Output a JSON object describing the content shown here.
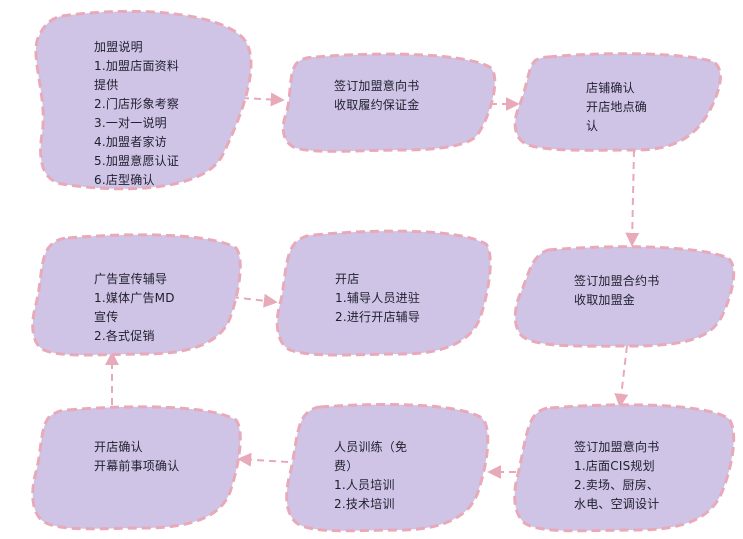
{
  "colors": {
    "fill": "#cfc4e6",
    "border": "#e8a9b9",
    "arrow": "#e8a9b9",
    "text": "#1f1f2e"
  },
  "nodes": [
    {
      "id": "franchise-explanation",
      "title": "加盟说明",
      "lines": [
        "1.加盟店面资料",
        "提供",
        "2.门店形象考察",
        "3.一对一说明",
        "4.加盟者家访",
        "5.加盟意愿认证",
        "6.店型确认"
      ]
    },
    {
      "id": "sign-intention",
      "title": "签订加盟意向书",
      "lines": [
        "收取履约保证金"
      ]
    },
    {
      "id": "store-confirm",
      "title": "店铺确认",
      "lines": [
        "开店地点确",
        "认"
      ]
    },
    {
      "id": "sign-contract",
      "title": "签订加盟合约书",
      "lines": [
        "收取加盟金"
      ]
    },
    {
      "id": "opening",
      "title": "开店",
      "lines": [
        "1.辅导人员进驻",
        "2.进行开店辅导"
      ]
    },
    {
      "id": "advertising",
      "title": "广告宣传辅导",
      "lines": [
        "1.媒体广告MD",
        "宣传",
        "2.各式促销"
      ]
    },
    {
      "id": "sign-intention-design",
      "title": "签订加盟意向书",
      "lines": [
        "1.店面CIS规划",
        "2.卖场、厨房、",
        "水电、空调设计"
      ]
    },
    {
      "id": "staff-training",
      "title": "人员训练（免",
      "lines": [
        "费）",
        "1.人员培训",
        "2.技术培训"
      ]
    },
    {
      "id": "opening-confirm",
      "title": "开店确认",
      "lines": [
        "开幕前事项确认"
      ]
    }
  ]
}
